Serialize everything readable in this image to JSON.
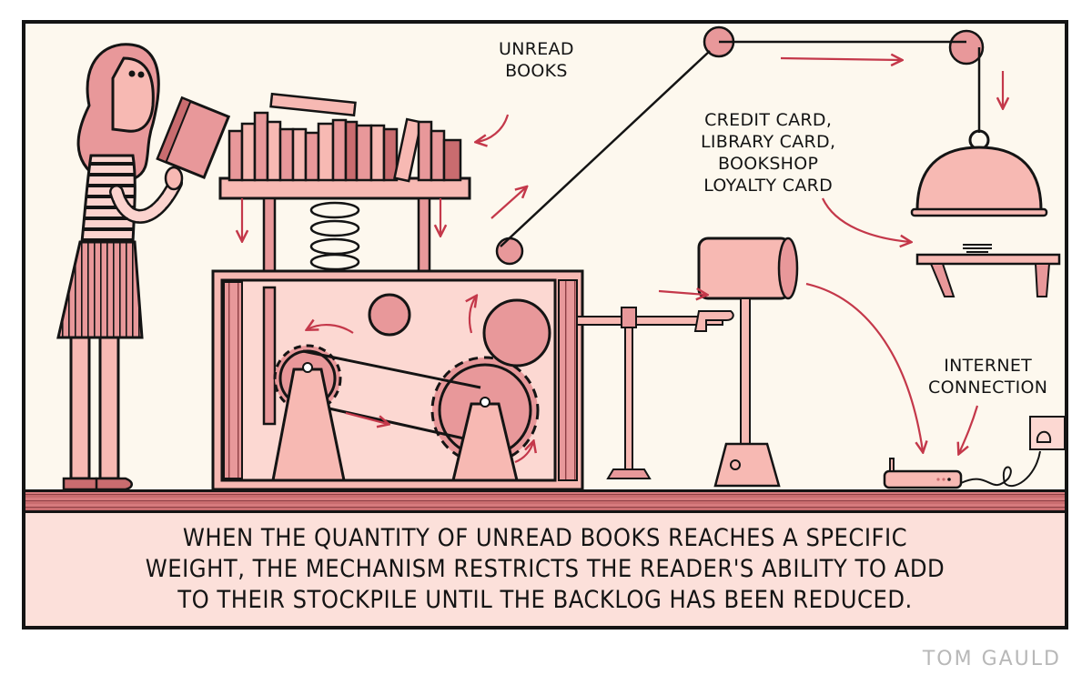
{
  "comic": {
    "artist_credit": "TOM GAULD",
    "caption_lines": [
      "WHEN THE QUANTITY OF UNREAD BOOKS REACHES A SPECIFIC",
      "WEIGHT, THE MECHANISM RESTRICTS THE READER'S ABILITY TO ADD",
      "TO THEIR STOCKPILE UNTIL THE BACKLOG HAS BEEN REDUCED."
    ],
    "labels": {
      "unread_books": [
        "UNREAD",
        "BOOKS"
      ],
      "cards": [
        "CREDIT CARD,",
        "LIBRARY CARD,",
        "BOOKSHOP",
        "LOYALTY CARD"
      ],
      "internet": [
        "INTERNET",
        "CONNECTION"
      ]
    }
  },
  "palette": {
    "background": "#fdf8ee",
    "caption_bg": "#fce0da",
    "pink_light": "#f7b9b3",
    "pink_mid": "#e8989a",
    "pink_dark": "#c96c6f",
    "arrow_red": "#c4384a",
    "ink": "#141414",
    "credit_gray": "#b8b8b8"
  }
}
